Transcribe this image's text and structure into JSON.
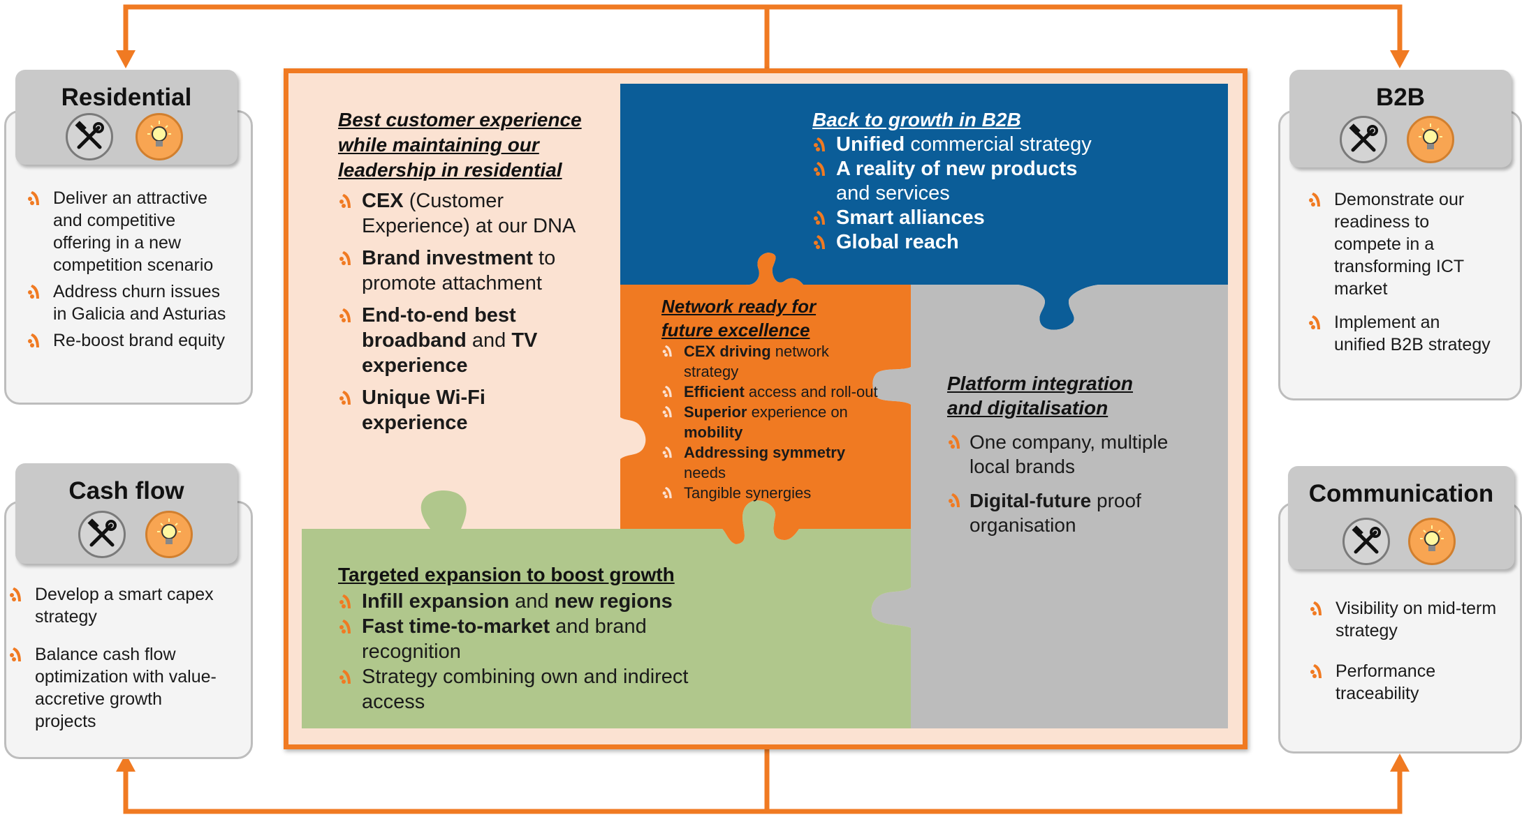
{
  "colors": {
    "accent": "#f07a22",
    "peach": "#fbe2d2",
    "blue": "#0b5d98",
    "orange": "#f07a22",
    "green": "#b0c78c",
    "gray": "#bcbcbc",
    "panel_head": "#c9c9c9",
    "panel_body": "#f4f4f4"
  },
  "icons": [
    "tools-icon",
    "lightbulb-icon",
    "bullet-marker-icon"
  ],
  "panels": {
    "residential": {
      "title": "Residential",
      "items": [
        "Deliver an attractive and competitive offering in a new competition scenario",
        "Address churn issues in Galicia and Asturias",
        "Re-boost brand equity"
      ]
    },
    "cash_flow": {
      "title": "Cash flow",
      "items": [
        "Develop a smart capex strategy",
        "Balance cash flow optimization with value-accretive growth projects"
      ]
    },
    "b2b": {
      "title": "B2B",
      "items": [
        "Demonstrate our readiness to compete in a transforming ICT market",
        "Implement an unified B2B strategy"
      ]
    },
    "communication": {
      "title": "Communication",
      "items": [
        "Visibility on mid-term strategy",
        "Performance traceability"
      ]
    }
  },
  "puzzle": {
    "residential": {
      "title": "Best customer experience while maintaining our leadership in residential",
      "items": [
        {
          "bold": "CEX",
          "rest": " (Customer Experience) at our DNA"
        },
        {
          "bold": "Brand investment",
          "rest": " to promote attachment"
        },
        {
          "bold": "End-to-end best broadband",
          "mid": " and ",
          "bold2": "TV experience"
        },
        {
          "bold": "Unique Wi-Fi experience",
          "rest": ""
        }
      ]
    },
    "b2b": {
      "title": "Back to growth in B2B",
      "items": [
        {
          "bold": "Unified",
          "rest": " commercial strategy"
        },
        {
          "bold": "A reality of new products",
          "rest": " and services"
        },
        {
          "bold": "Smart alliances",
          "rest": ""
        },
        {
          "bold": "Global reach",
          "rest": ""
        }
      ]
    },
    "network": {
      "title": "Network ready for future excellence",
      "items": [
        {
          "bold": "CEX driving",
          "rest": " network strategy"
        },
        {
          "bold": "Efficient",
          "rest": " access and roll-out"
        },
        {
          "bold": "Superior",
          "rest": " experience on ",
          "bold2": "mobility"
        },
        {
          "bold": "Addressing symmetry",
          "rest": " needs"
        },
        {
          "bold": "",
          "rest": "Tangible synergies"
        }
      ]
    },
    "platform": {
      "title": "Platform integration and digitalisation",
      "items": [
        {
          "bold": "",
          "rest": "One company, multiple local brands"
        },
        {
          "bold": "Digital-future",
          "rest": " proof organisation"
        }
      ]
    },
    "expansion": {
      "title": "Targeted expansion to boost growth",
      "items": [
        {
          "bold": "Infill expansion",
          "mid": " and ",
          "bold2": "new regions"
        },
        {
          "bold": "Fast time-to-market",
          "rest": " and brand recognition"
        },
        {
          "bold": "",
          "rest": "Strategy combining own and indirect access"
        }
      ]
    }
  }
}
